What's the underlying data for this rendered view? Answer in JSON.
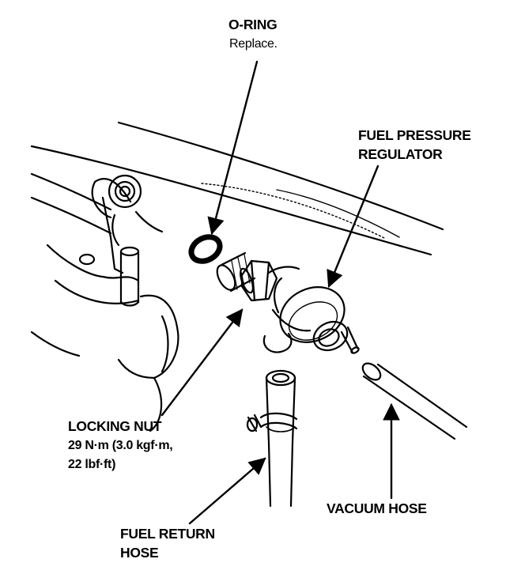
{
  "callouts": {
    "o_ring": {
      "title": "O-RING",
      "note": "Replace."
    },
    "fuel_pressure_regulator": {
      "line1": "FUEL PRESSURE",
      "line2": "REGULATOR"
    },
    "locking_nut": {
      "title": "LOCKING NUT",
      "spec1": "29 N·m (3.0 kgf·m,",
      "spec2": "22 lbf·ft)"
    },
    "fuel_return_hose": {
      "line1": "FUEL RETURN",
      "line2": "HOSE"
    },
    "vacuum_hose": {
      "title": "VACUUM HOSE"
    }
  },
  "colors": {
    "ink": "#000000",
    "paper": "#ffffff"
  }
}
